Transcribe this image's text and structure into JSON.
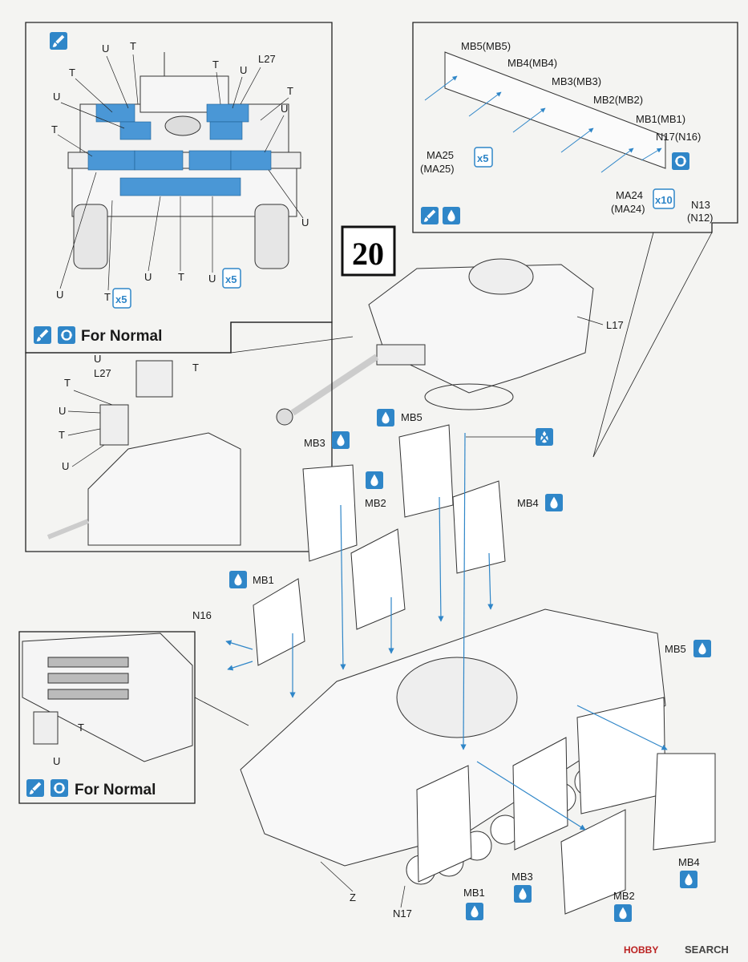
{
  "step_number": "20",
  "for_normal_label": "For Normal",
  "count_x5": "x5",
  "count_x10": "x10",
  "labels": {
    "U": "U",
    "T": "T",
    "L27": "L27",
    "L17": "L17",
    "Z": "Z",
    "N16": "N16",
    "N17": "N17",
    "MB1": "MB1",
    "MB2": "MB2",
    "MB3": "MB3",
    "MB4": "MB4",
    "MB5": "MB5",
    "mb5_alt": "MB5(MB5)",
    "mb4_alt": "MB4(MB4)",
    "mb3_alt": "MB3(MB3)",
    "mb2_alt": "MB2(MB2)",
    "mb1_alt": "MB1(MB1)",
    "n17_alt": "N17(N16)",
    "ma25": "MA25",
    "ma25_alt": "(MA25)",
    "ma24": "MA24",
    "ma24_alt": "(MA24)",
    "n13": "N13",
    "n12": "(N12)"
  },
  "icons": {
    "paint": "paint-brush-icon",
    "glue": "cement-drop-icon",
    "rotate": "rotate-symmetric-icon",
    "no_glue": "do-not-glue-icon"
  },
  "colors": {
    "accent": "#2f86c8",
    "highlight": "#4a97d6",
    "line": "#2a2a2a"
  },
  "watermark": {
    "brand": "HOBBY",
    "text": "SEARCH"
  }
}
